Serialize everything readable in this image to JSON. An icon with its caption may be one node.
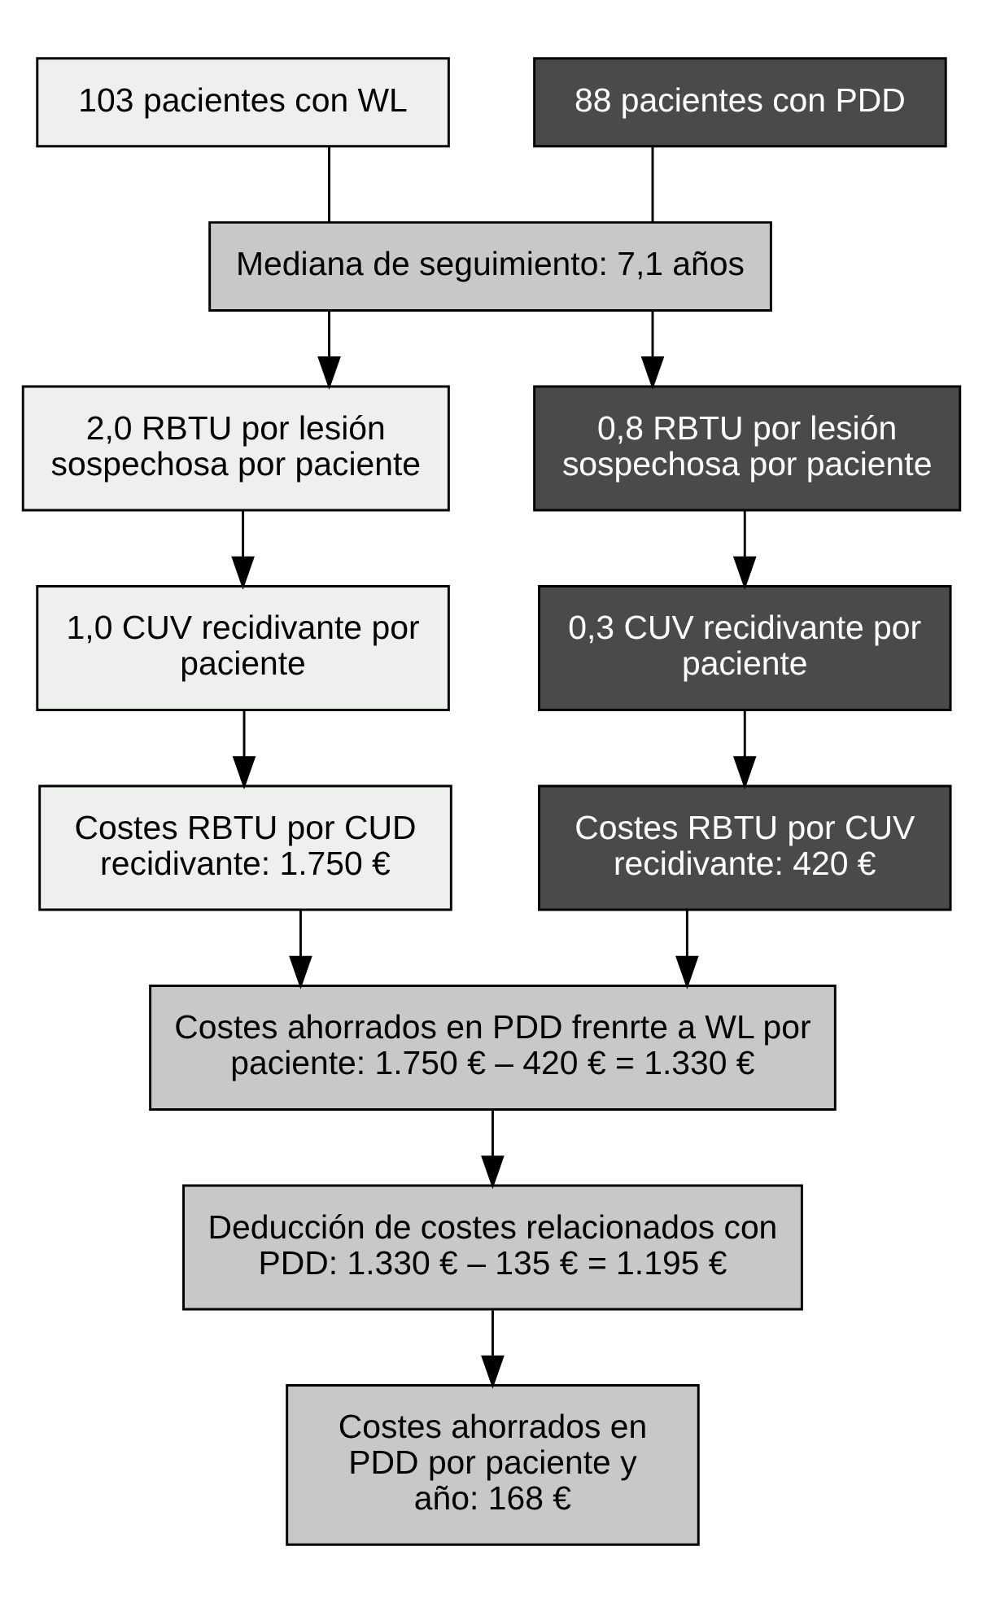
{
  "diagram": {
    "nodes": [
      {
        "text": [
          "103 pacientes con WL"
        ]
      },
      {
        "text": [
          "88 pacientes con PDD"
        ]
      },
      {
        "text": [
          "Mediana de seguimiento: 7,1 años"
        ]
      },
      {
        "text": [
          "2,0 RBTU por lesión sospechosa por paciente"
        ]
      },
      {
        "text": [
          "0,8 RBTU por lesión sospechosa por paciente"
        ]
      },
      {
        "text": [
          "1,0 CUV recidivante por paciente"
        ]
      },
      {
        "text": [
          "0,3 CUV recidivante por paciente"
        ]
      },
      {
        "text": [
          "Costes RBTU por CUD recidivante: 1.750 €"
        ]
      },
      {
        "text": [
          "Costes RBTU por CUV recidivante: 420 €"
        ]
      },
      {
        "text": [
          "Costes ahorrados en PDD frenrte a WL por paciente: 1.750 € – 420 € = 1.330 €"
        ]
      },
      {
        "text": [
          "Deducción de costes relacionados con PDD: 1.330 € – 135 € = 1.195 €"
        ]
      },
      {
        "text": [
          "Costes ahorrados en PDD por paciente y año: 168 €"
        ]
      }
    ],
    "edges": [
      {
        "from": 0,
        "to": 2,
        "arrow": "none"
      },
      {
        "from": 1,
        "to": 2,
        "arrow": "none"
      },
      {
        "from": 2,
        "to": 3,
        "arrow": "to"
      },
      {
        "from": 2,
        "to": 4,
        "arrow": "to"
      },
      {
        "from": 3,
        "to": 5,
        "arrow": "to"
      },
      {
        "from": 4,
        "to": 6,
        "arrow": "to"
      },
      {
        "from": 5,
        "to": 7,
        "arrow": "to"
      },
      {
        "from": 6,
        "to": 8,
        "arrow": "to"
      },
      {
        "from": 7,
        "to": 9,
        "arrow": "to"
      },
      {
        "from": 8,
        "to": 9,
        "arrow": "to"
      },
      {
        "from": 9,
        "to": 10,
        "arrow": "to"
      },
      {
        "from": 10,
        "to": 11,
        "arrow": "to"
      }
    ]
  }
}
